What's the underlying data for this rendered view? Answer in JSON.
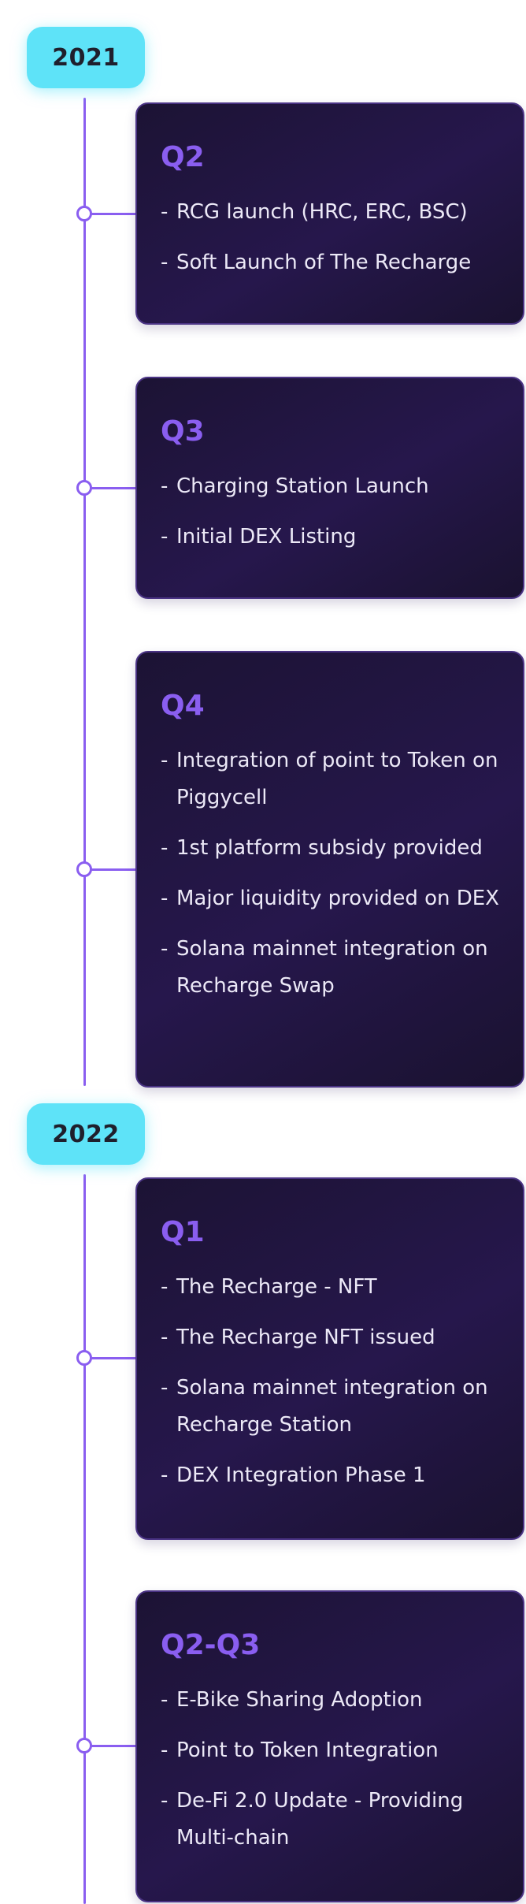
{
  "colors": {
    "accent": "#8a5ef0",
    "year_badge": "#5ee3f8",
    "card_background": "#1f143c",
    "card_text": "#ece9f7"
  },
  "roadmap": [
    {
      "year": "2021",
      "quarters": [
        {
          "title": "Q2",
          "items": [
            "RCG launch (HRC, ERC, BSC)",
            "Soft Launch of The Recharge"
          ]
        },
        {
          "title": "Q3",
          "items": [
            "Charging Station Launch",
            "Initial DEX Listing"
          ]
        },
        {
          "title": "Q4",
          "items": [
            "Integration of point to Token on Piggycell",
            "1st platform subsidy provided",
            "Major liquidity provided on DEX",
            "Solana mainnet integration on Recharge Swap"
          ]
        }
      ]
    },
    {
      "year": "2022",
      "quarters": [
        {
          "title": "Q1",
          "items": [
            "The Recharge - NFT",
            "The Recharge NFT issued",
            "Solana mainnet integration on Recharge Station",
            "DEX Integration Phase 1"
          ]
        },
        {
          "title": "Q2-Q3",
          "items": [
            "E-Bike Sharing Adoption",
            "Point to Token Integration",
            "De-Fi 2.0 Update - Providing Multi-chain"
          ]
        }
      ]
    }
  ]
}
